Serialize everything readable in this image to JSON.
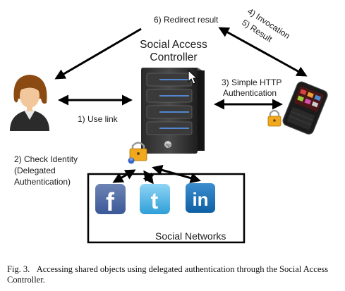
{
  "diagram": {
    "controller_title_line1": "Social Access",
    "controller_title_line2": "Controller",
    "step1": "1) Use link",
    "step2_line1": "2) Check Identity",
    "step2_line2": "(Delegated",
    "step2_line3": "Authentication)",
    "step3_line1": "3) Simple HTTP",
    "step3_line2": "Authentication",
    "step4": "4) Invocation",
    "step5": "5) Result",
    "step6": "6) Redirect result",
    "networks_label": "Social Networks",
    "network_icons": [
      {
        "name": "facebook",
        "glyph": "f",
        "color": "#3b5998"
      },
      {
        "name": "twitter",
        "glyph": "t",
        "color": "#3fa9e0"
      },
      {
        "name": "linkedin",
        "glyph": "in",
        "color": "#1b75bb"
      }
    ],
    "server_brand": "hp"
  },
  "caption": {
    "figure_label": "Fig. 3.",
    "text": "Accessing shared objects using delegated authentication through the Social Access Controller."
  }
}
